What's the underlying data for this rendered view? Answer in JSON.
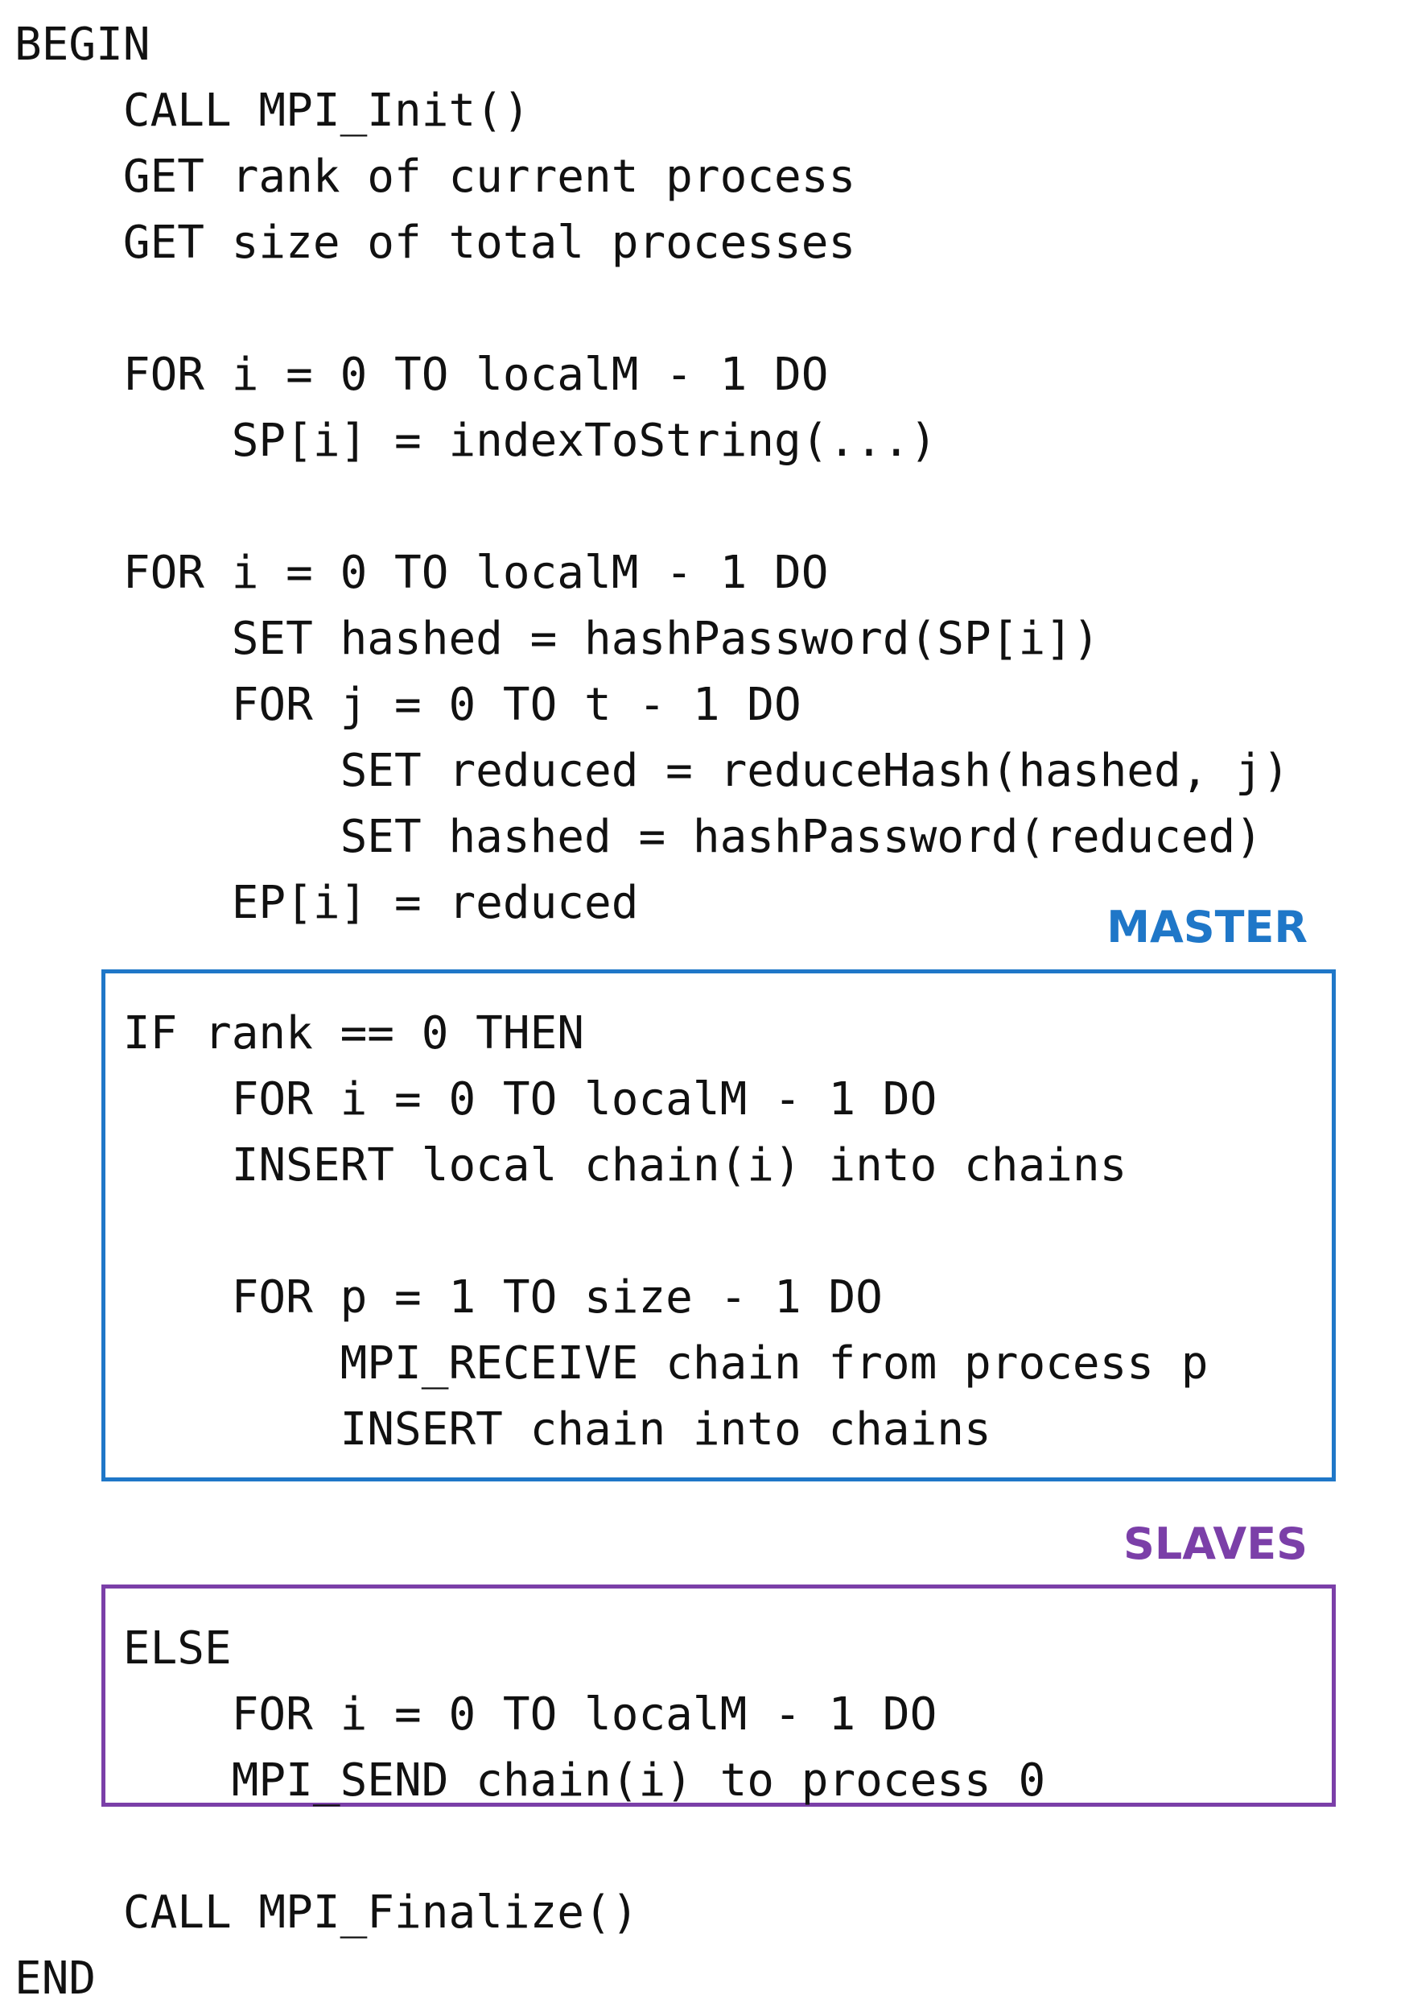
{
  "pseudocode": {
    "lines": [
      "BEGIN",
      "    CALL MPI_Init()",
      "    GET rank of current process",
      "    GET size of total processes",
      "",
      "    FOR i = 0 TO localM - 1 DO",
      "        SP[i] = indexToString(...)",
      "",
      "    FOR i = 0 TO localM - 1 DO",
      "        SET hashed = hashPassword(SP[i])",
      "        FOR j = 0 TO t - 1 DO",
      "            SET reduced = reduceHash(hashed, j)",
      "            SET hashed = hashPassword(reduced)",
      "        EP[i] = reduced",
      "    IF rank == 0 THEN",
      "        FOR i = 0 TO localM - 1 DO",
      "        INSERT local chain(i) into chains",
      "",
      "        FOR p = 1 TO size - 1 DO",
      "            MPI_RECEIVE chain from process p",
      "            INSERT chain into chains",
      "    ELSE",
      "        FOR i = 0 TO localM - 1 DO",
      "        MPI_SEND chain(i) to process 0",
      "",
      "    CALL MPI_Finalize()",
      "END"
    ]
  },
  "sections": {
    "master_label": "MASTER",
    "slaves_label": "SLAVES"
  },
  "colors": {
    "master": "#1f77c8",
    "slaves": "#7b3fa8",
    "text": "#111111"
  }
}
